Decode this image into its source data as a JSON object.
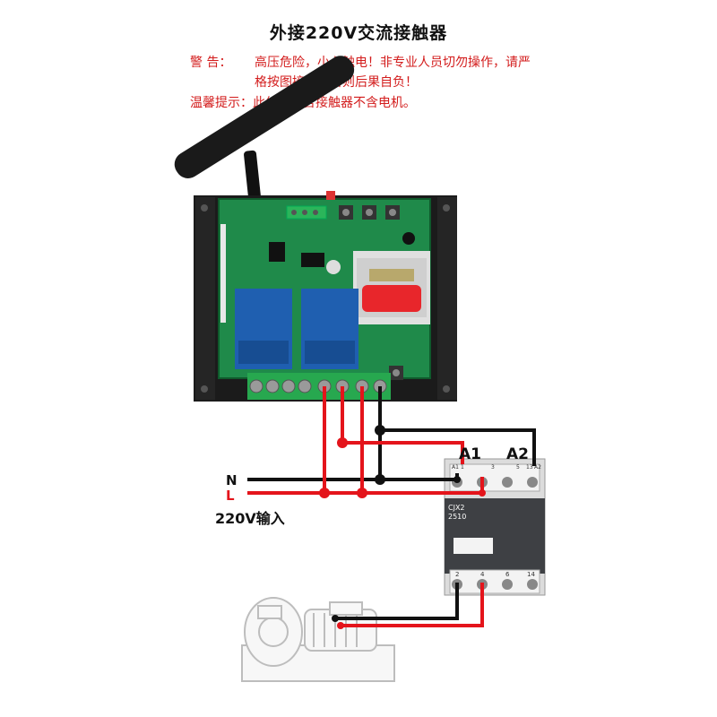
{
  "title": "外接220V交流接触器",
  "warning": {
    "label": "警    告：",
    "line1": "高压危险，小心触电！非专业人员切勿操作，请严",
    "line2": "格按图接线！否则后果自负！"
  },
  "tip": "温馨提示：此价格不含接触器不含电机。",
  "wiring": {
    "n_label": "N",
    "l_label": "L",
    "input_label": "220V输入",
    "a1_label": "A1",
    "a2_label": "A2"
  },
  "contactor": {
    "model_line1": "CJX2",
    "model_line2": "2510",
    "top_terminals": [
      "A1",
      "1",
      "3",
      "5",
      "13",
      "A2"
    ],
    "bottom_terminals": [
      "2",
      "4",
      "6",
      "14"
    ]
  },
  "colors": {
    "live": "#e4141b",
    "neutral": "#111111",
    "pcb": "#1f8a4a",
    "relay": "#1f5fb0"
  }
}
